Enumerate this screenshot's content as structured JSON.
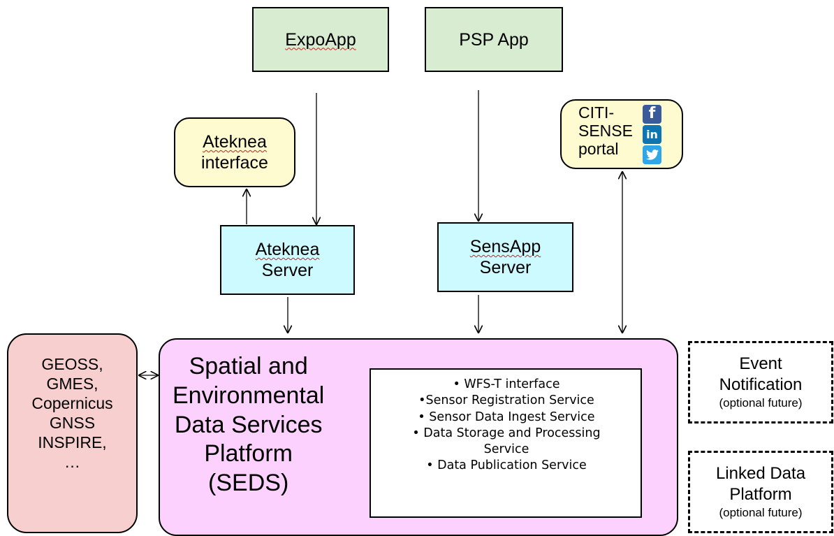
{
  "apps": {
    "expoapp": "ExpoApp",
    "psp": "PSP App"
  },
  "ateknea_interface": {
    "line1": "Ateknea",
    "line2": "interface"
  },
  "citisense_portal": {
    "line1": "CITI-",
    "line2": "SENSE",
    "line3": "portal"
  },
  "social_icons": [
    "facebook-icon",
    "linkedin-icon",
    "twitter-icon"
  ],
  "ateknea_server": {
    "line1": "Ateknea",
    "line2": "Server"
  },
  "sensapp_server": {
    "line1": "SensApp",
    "line2": "Server"
  },
  "external_systems": [
    "GEOSS,",
    "GMES,",
    "Copernicus",
    "GNSS",
    "INSPIRE,",
    "…"
  ],
  "platform": {
    "title_lines": [
      "Spatial and",
      "Environmental",
      "Data Services",
      "Platform",
      "(SEDS)"
    ],
    "services": [
      "• WFS-T interface",
      "•Sensor Registration Service",
      "• Sensor Data Ingest Service",
      "• Data Storage and Processing",
      "Service",
      "• Data Publication Service"
    ]
  },
  "event_notification": {
    "line1": "Event",
    "line2": "Notification",
    "note": "(optional future)"
  },
  "linked_data": {
    "line1": "Linked Data",
    "line2": "Platform",
    "note": "(optional future)"
  },
  "colors": {
    "apps": "#d7ecd1",
    "servers": "#ccfaff",
    "interfaces": "#fffbd0",
    "external": "#f8cfcf",
    "platform": "#fdd1fd"
  }
}
